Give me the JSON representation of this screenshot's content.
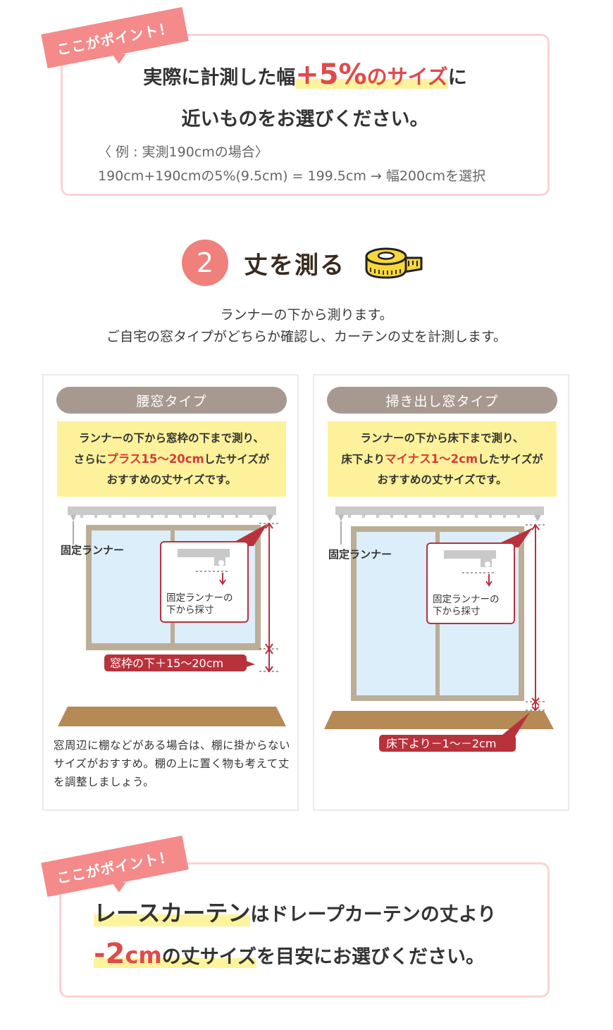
{
  "point_box_1": {
    "tag": "ここがポイント！",
    "headline_pre": "実際に計測した幅",
    "headline_highlight_big": "+5%",
    "headline_highlight_rest": "のサイズ",
    "headline_post": "に",
    "headline_line2": "近いものをお選びください。",
    "example_label": "〈 例 : 実測190cmの場合〉",
    "example_calc": "190cm+190cmの5%(9.5cm) = 199.5cm → 幅200cmを選択"
  },
  "section": {
    "number": "2",
    "title": "丈を測る",
    "icon": "tape-measure-icon",
    "intro_line1": "ランナーの下から測ります。",
    "intro_line2": "ご自宅の窓タイプがどちらか確認し、カーテンの丈を計測します。"
  },
  "cards": [
    {
      "title": "腰窓タイプ",
      "desc_line1": "ランナーの下から窓枠の下まで測り、",
      "desc_line2_pre": "さらに",
      "desc_line2_red": "プラス15～20cm",
      "desc_line2_post": "したサイズが",
      "desc_line3": "おすすめの丈サイズです。",
      "runner_label": "固定ランナー",
      "callout_line1": "固定ランナーの",
      "callout_line2": "下から採寸",
      "measure_label": "窓枠の下＋15～20cm",
      "note": "窓周辺に棚などがある場合は、棚に掛からないサイズがおすすめ。棚の上に置く物も考えて丈を調整しましょう。"
    },
    {
      "title": "掃き出し窓タイプ",
      "desc_line1": "ランナーの下から床下まで測り、",
      "desc_line2_pre": "床下より",
      "desc_line2_red": "マイナス1～2cm",
      "desc_line2_post": "したサイズが",
      "desc_line3": "おすすめの丈サイズです。",
      "runner_label": "固定ランナー",
      "callout_line1": "固定ランナーの",
      "callout_line2": "下から採寸",
      "measure_label": "床下より－1～－2cm"
    }
  ],
  "point_box_2": {
    "tag": "ここがポイント！",
    "line1_highlight": "レースカーテン",
    "line1_rest": "はドレープカーテンの丈より",
    "line2_big": "-2",
    "line2_cm": "cm",
    "line2_highlight_rest": "の丈サイズ",
    "line2_rest": "を目安にお選びください。"
  },
  "colors": {
    "accent_pink": "#f58a8a",
    "border_pink": "#fbd3d1",
    "highlight_yellow": "#fdf39c",
    "red_text": "#e04a4a",
    "pill_gray": "#a79990",
    "measure_red": "#b8323c",
    "window_frame": "#bcad96",
    "glass": "#ddeefb",
    "floor": "#b58a55"
  }
}
